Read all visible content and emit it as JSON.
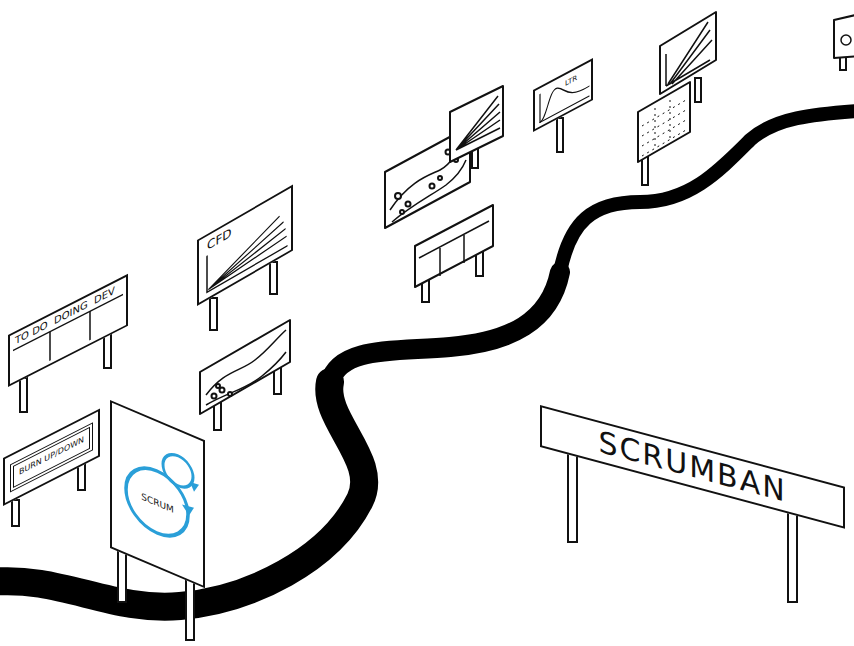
{
  "diagram": {
    "nodes": [
      {
        "text": [
          "TO DO",
          "DOING",
          "DEV"
        ]
      },
      {
        "text": [
          "BURN UP/DOWN"
        ]
      },
      {
        "text": [
          "SCRUM"
        ]
      },
      {
        "text": [
          "CFD"
        ]
      },
      {
        "text": [
          "LTR"
        ]
      },
      {
        "text": [
          "SCRUMBAN"
        ]
      }
    ]
  }
}
